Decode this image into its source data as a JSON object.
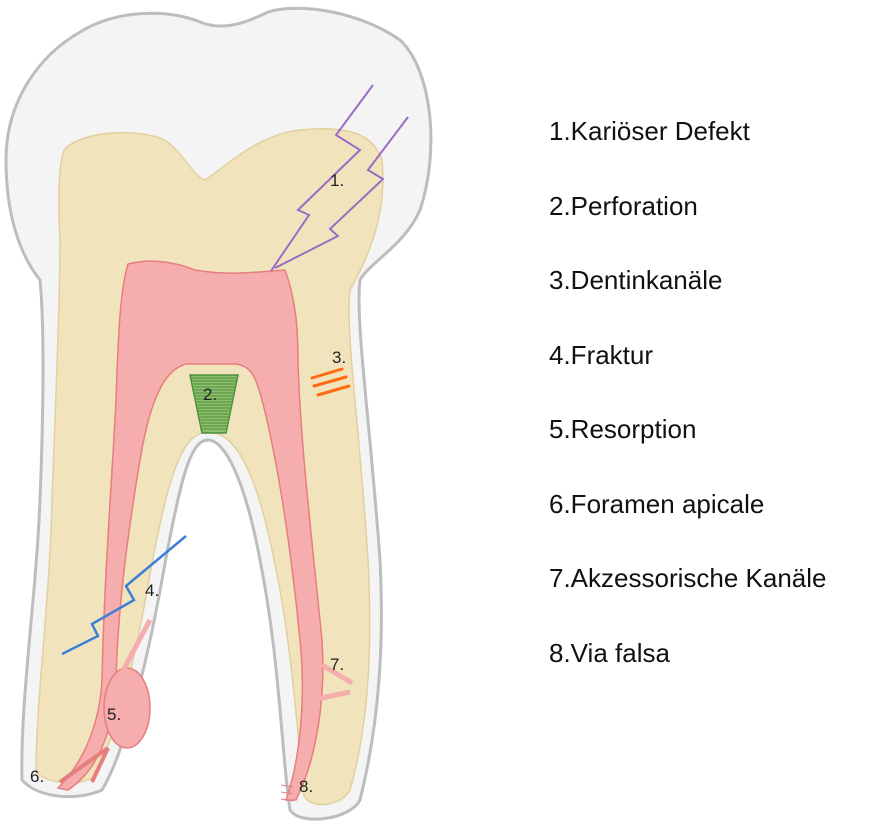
{
  "diagram": {
    "colors": {
      "enamel": "#f4f4f4",
      "dentin": "#f1e4bc",
      "pulp": "#f5adad",
      "outline": "#bdbdbd",
      "perforation": "#4d8f3c",
      "fracture": "#3d7fd4",
      "caries": "#9a6cc6",
      "tubules": "#ff6a13"
    },
    "markers": [
      "1.",
      "2.",
      "3.",
      "4.",
      "5.",
      "6.",
      "7.",
      "8."
    ]
  },
  "legend": {
    "items": [
      "1.Kariöser Defekt",
      "2.Perforation",
      "3.Dentinkanäle",
      "4.Fraktur",
      "5.Resorption",
      "6.Foramen apicale",
      "7.Akzessorische Kanäle",
      "8.Via falsa"
    ]
  }
}
